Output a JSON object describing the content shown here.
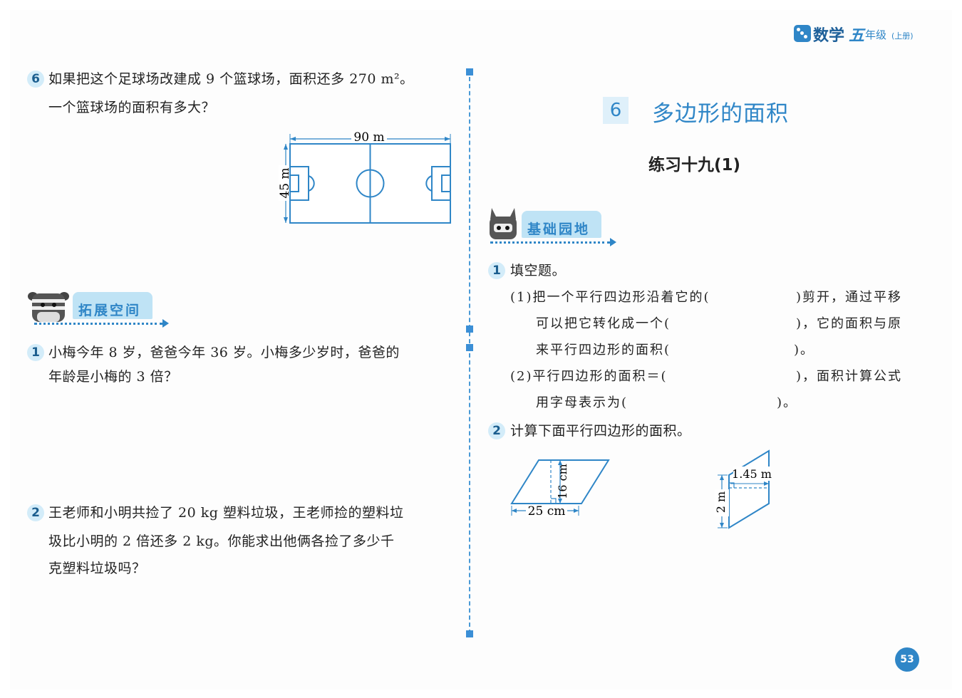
{
  "header": {
    "brand": "数学",
    "grade": "五",
    "grade_suffix": "年级",
    "volume": "(上册)"
  },
  "left": {
    "q6": {
      "number": "6",
      "line1": "如果把这个足球场改建成 9 个篮球场，面积还多 270 m²。",
      "line2": "一个篮球场的面积有多大？",
      "field_width": "90 m",
      "field_height": "45 m"
    },
    "section": {
      "title": "拓展空间",
      "icon": "zebra-mascot-icon"
    },
    "p1": {
      "number": "1",
      "line1": "小梅今年 8 岁，爸爸今年 36 岁。小梅多少岁时，爸爸的",
      "line2": "年龄是小梅的 3 倍？"
    },
    "p2": {
      "number": "2",
      "line1": "王老师和小明共捡了 20 kg 塑料垃圾，王老师捡的塑料垃",
      "line2": "圾比小明的 2 倍还多 2 kg。你能求出他俩各捡了多少千",
      "line3": "克塑料垃圾吗？"
    }
  },
  "right": {
    "unit_number": "6",
    "unit_title": "多边形的面积",
    "exercise_title": "练习十九(1)",
    "section": {
      "title": "基础园地",
      "icon": "rabbit-mascot-icon"
    },
    "q1": {
      "number": "1",
      "title": "填空题。",
      "s1_a": "(1)把一个平行四边形沿着它的(",
      "s1_b": ")剪开，通过平移",
      "s1_c": "可以把它转化成一个(",
      "s1_d": ")，它的面积与原",
      "s1_e": "来平行四边形的面积(",
      "s1_f": ")。",
      "s2_a": "(2)平行四边形的面积＝(",
      "s2_b": ")，面积计算公式",
      "s2_c": "用字母表示为(",
      "s2_d": ")。"
    },
    "q2": {
      "number": "2",
      "title": "计算下面平行四边形的面积。",
      "fig1_base": "25 cm",
      "fig1_height": "16 cm",
      "fig2_base": "2 m",
      "fig2_height": "1.45 m"
    }
  },
  "page_number": "53"
}
